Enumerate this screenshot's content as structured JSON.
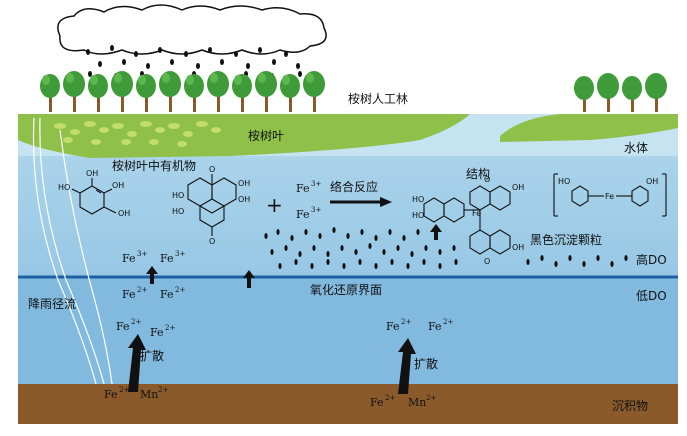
{
  "labels": {
    "plantation": "桉树人工林",
    "leaves": "桉树叶",
    "water_body": "水体",
    "organics": "桉树叶中有机物",
    "complexation": "络合反应",
    "structure": "结构",
    "black_particles": "黑色沉淀颗粒",
    "high_do": "高DO",
    "redox_interface": "氧化还原界面",
    "low_do": "低DO",
    "runoff": "降雨径流",
    "diffusion_left": "扩散",
    "diffusion_right": "扩散",
    "sediment": "沉积物",
    "plus": "+"
  },
  "species": {
    "fe": "Fe",
    "mn": "Mn",
    "charge3": "3+",
    "charge2": "2+"
  },
  "molecule_atoms": {
    "oh": "OH",
    "ho": "HO",
    "o": "O",
    "fe": "Fe"
  },
  "colors": {
    "sky": "#ffffff",
    "water_top": "#b9dcec",
    "water_high_do": "#8dc3e3",
    "water_low_do": "#84bbdf",
    "interface_line": "#1c5fa3",
    "sediment": "#8b5a2b",
    "grass": "#8fc04a",
    "tree_crown": "#3f9b3a",
    "trunk": "#8b5a2b",
    "cloud": "#ffffff"
  }
}
